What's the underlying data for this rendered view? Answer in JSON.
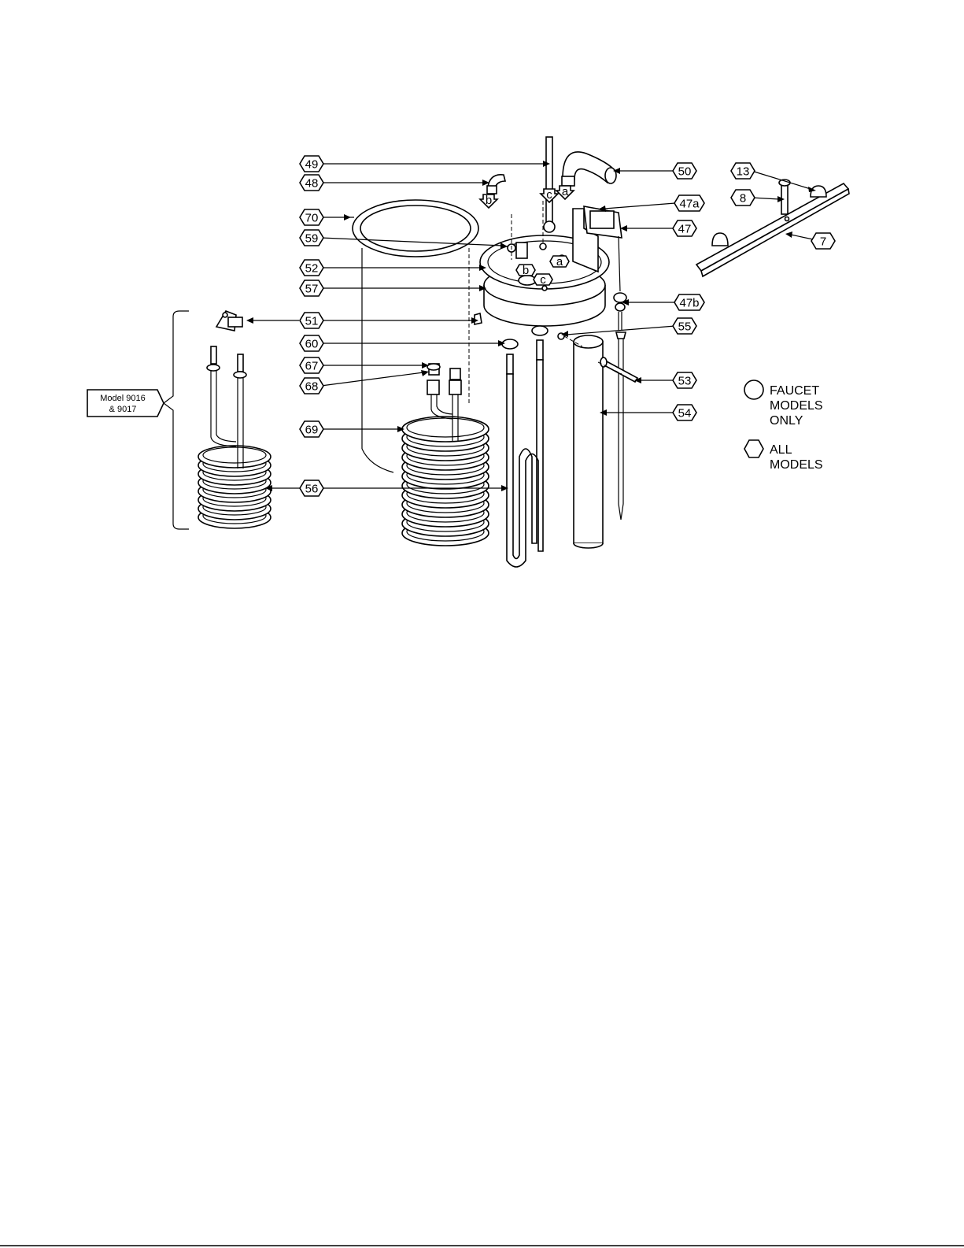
{
  "callouts": [
    {
      "id": "c49",
      "text": "49",
      "shape": "hexagon"
    },
    {
      "id": "c48",
      "text": "48",
      "shape": "hexagon"
    },
    {
      "id": "c70",
      "text": "70",
      "shape": "hexagon"
    },
    {
      "id": "c59",
      "text": "59",
      "shape": "hexagon"
    },
    {
      "id": "c52",
      "text": "52",
      "shape": "hexagon"
    },
    {
      "id": "c57",
      "text": "57",
      "shape": "hexagon"
    },
    {
      "id": "c51",
      "text": "51",
      "shape": "hexagon"
    },
    {
      "id": "c60",
      "text": "60",
      "shape": "hexagon"
    },
    {
      "id": "c67",
      "text": "67",
      "shape": "hexagon"
    },
    {
      "id": "c68",
      "text": "68",
      "shape": "hexagon"
    },
    {
      "id": "c69",
      "text": "69",
      "shape": "hexagon"
    },
    {
      "id": "c56",
      "text": "56",
      "shape": "hexagon"
    },
    {
      "id": "c50",
      "text": "50",
      "shape": "hexagon"
    },
    {
      "id": "c13",
      "text": "13",
      "shape": "hexagon"
    },
    {
      "id": "c8",
      "text": "8",
      "shape": "hexagon"
    },
    {
      "id": "c47a",
      "text": "47a",
      "shape": "hexagon"
    },
    {
      "id": "c47",
      "text": "47",
      "shape": "hexagon"
    },
    {
      "id": "c7",
      "text": "7",
      "shape": "hexagon"
    },
    {
      "id": "c47b",
      "text": "47b",
      "shape": "hexagon"
    },
    {
      "id": "c55",
      "text": "55",
      "shape": "hexagon"
    },
    {
      "id": "c53",
      "text": "53",
      "shape": "hexagon"
    },
    {
      "id": "c54",
      "text": "54",
      "shape": "hexagon"
    }
  ],
  "connectors": [
    "a",
    "b",
    "c"
  ],
  "model_tag": {
    "line1": "Model 9016",
    "line2": "& 9017"
  },
  "legend": [
    {
      "shape": "circle",
      "lines": [
        "FAUCET",
        "MODELS",
        "ONLY"
      ]
    },
    {
      "shape": "hexagon",
      "lines": [
        "ALL",
        "MODELS"
      ]
    }
  ]
}
